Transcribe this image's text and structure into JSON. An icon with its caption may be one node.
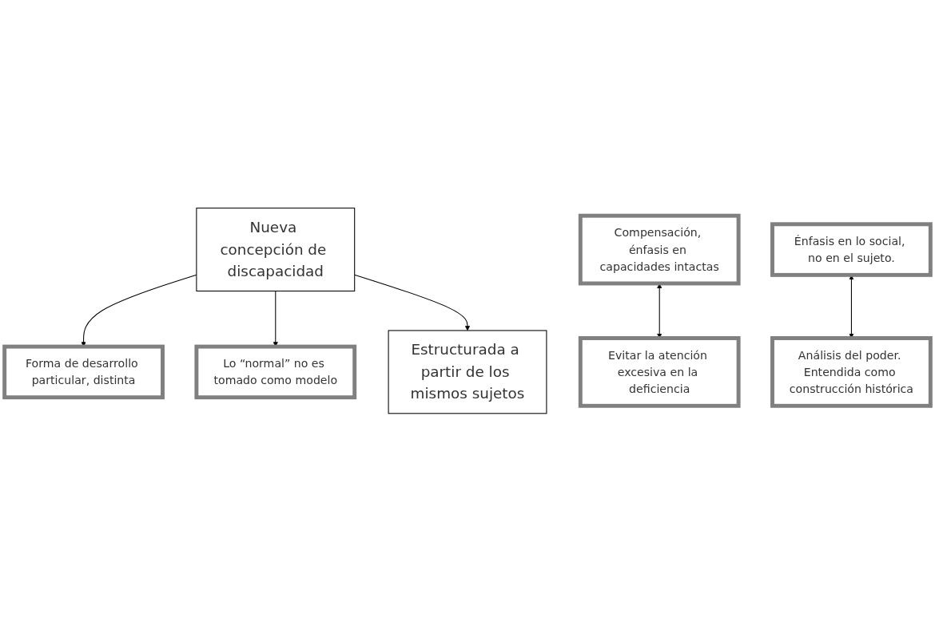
{
  "diagram": {
    "nodes": [
      {
        "text": [
          "Nueva concepción de discapacidad"
        ]
      },
      {
        "text": [
          "Forma de desarrollo particular, distinta"
        ]
      },
      {
        "text": [
          "Lo “normal” no es tomado como modelo"
        ]
      },
      {
        "text": [
          "Compensación, énfasis en capacidades intactas"
        ]
      },
      {
        "text": [
          "Evitar la atención excesiva en la deficiencia"
        ]
      },
      {
        "text": [
          "Énfasis en lo social, no en el sujeto."
        ]
      },
      {
        "text": [
          "Análisis del poder. Entendida como construcción histórica"
        ]
      },
      {
        "text": [
          "Estructurada a partir de los mismos sujetos"
        ]
      }
    ],
    "edges": [
      {
        "from": 0,
        "to": 1,
        "arrow": "to"
      },
      {
        "from": 0,
        "to": 2,
        "arrow": "to"
      },
      {
        "from": 3,
        "to": 4,
        "arrow": "both"
      },
      {
        "from": 5,
        "to": 6,
        "arrow": "both"
      },
      {
        "from": 0,
        "to": 7,
        "arrow": "to"
      }
    ]
  }
}
